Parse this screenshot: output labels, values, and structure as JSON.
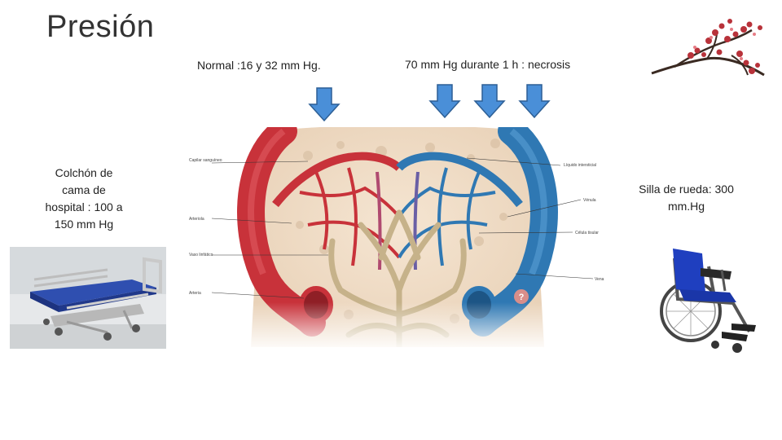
{
  "slide": {
    "title": "Presión",
    "normal_label": "Normal :16 y 32 mm Hg.",
    "necrosis_label": "70 mm Hg durante 1 h : necrosis",
    "bed_label_lines": [
      "Colchón de",
      "cama de",
      "hospital : 100 a",
      "150 mm Hg"
    ],
    "wheelchair_label_lines": [
      "Silla de rueda: 300",
      "mm.Hg"
    ]
  },
  "diagram": {
    "labels_left": [
      "Capilar sanguíneo",
      "Arteriola",
      "Vaso linfático",
      "Arteria"
    ],
    "labels_right": [
      "Líquido intersticial",
      "Vénula",
      "Célula tisular",
      "Vena"
    ]
  },
  "colors": {
    "arrow_fill": "#4a8fd8",
    "arrow_stroke": "#2d5f95",
    "artery": "#c8323a",
    "vein": "#2f78b3",
    "lymph": "#c6b28a",
    "tissue": "#f1ddc5"
  },
  "icons": [
    "down-arrow-icon",
    "hospital-bed-icon",
    "wheelchair-icon",
    "cherry-blossom-icon"
  ]
}
